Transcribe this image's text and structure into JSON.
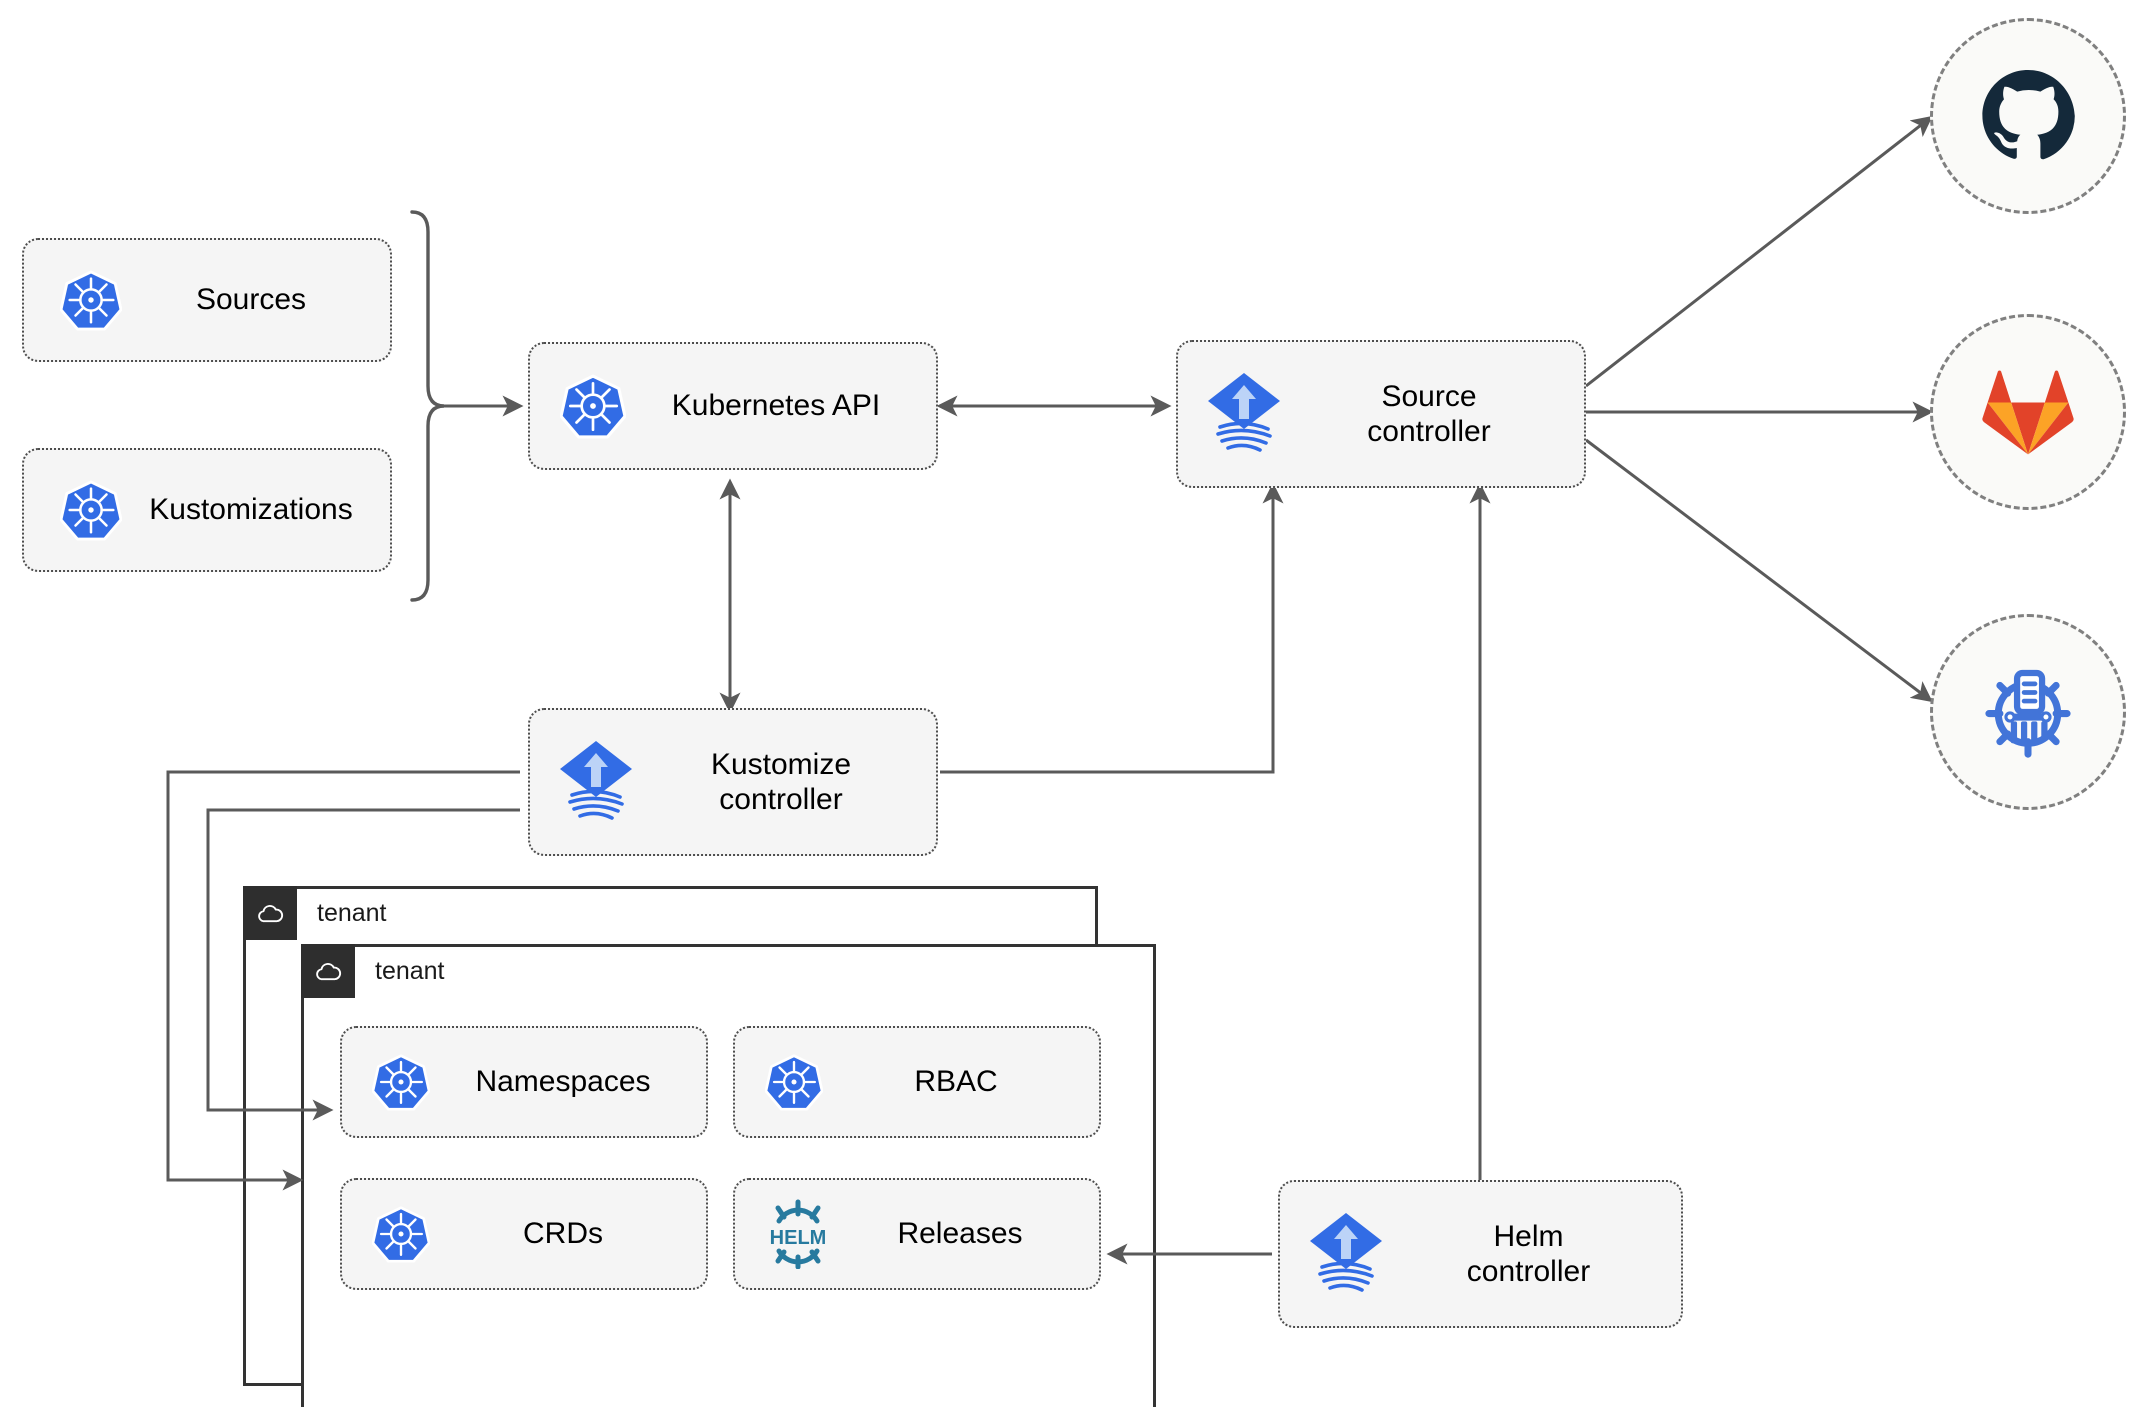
{
  "diagram": {
    "title": "Flux GitOps Toolkit architecture",
    "colors": {
      "kubernetes_blue": "#326CE5",
      "flux_blue": "#326CE5",
      "helm_teal": "#277A9F",
      "github_dark": "#14293A",
      "gitlab_orange": "#E24329",
      "gitlab_light_orange": "#FCA326",
      "tenant_header": "#2e2e2e",
      "node_fill": "#f5f5f5",
      "edge_stroke": "#5a5a5a"
    }
  },
  "inputs": [
    {
      "id": "sources",
      "label": "Sources",
      "icon": "kubernetes-icon"
    },
    {
      "id": "kustomizations",
      "label": "Kustomizations",
      "icon": "kubernetes-icon"
    }
  ],
  "controllers": [
    {
      "id": "kubernetes-api",
      "label": "Kubernetes API",
      "icon": "kubernetes-icon"
    },
    {
      "id": "source-controller",
      "label": "Source\ncontroller",
      "icon": "flux-icon"
    },
    {
      "id": "kustomize-controller",
      "label": "Kustomize\ncontroller",
      "icon": "flux-icon"
    },
    {
      "id": "helm-controller",
      "label": "Helm\ncontroller",
      "icon": "flux-icon"
    }
  ],
  "providers": [
    {
      "id": "github",
      "icon": "github-icon",
      "alt": "GitHub"
    },
    {
      "id": "gitlab",
      "icon": "gitlab-icon",
      "alt": "GitLab"
    },
    {
      "id": "helm-repository",
      "icon": "helm-repository-icon",
      "alt": "Helm repository"
    }
  ],
  "tenants": [
    {
      "id": "tenant-back",
      "label": "tenant",
      "icon": "cloud-icon"
    },
    {
      "id": "tenant-front",
      "label": "tenant",
      "icon": "cloud-icon"
    }
  ],
  "tenant_resources": [
    {
      "id": "namespaces",
      "label": "Namespaces",
      "icon": "kubernetes-icon"
    },
    {
      "id": "rbac",
      "label": "RBAC",
      "icon": "kubernetes-icon"
    },
    {
      "id": "crds",
      "label": "CRDs",
      "icon": "kubernetes-icon"
    },
    {
      "id": "releases",
      "label": "Releases",
      "icon": "helm-icon"
    }
  ]
}
